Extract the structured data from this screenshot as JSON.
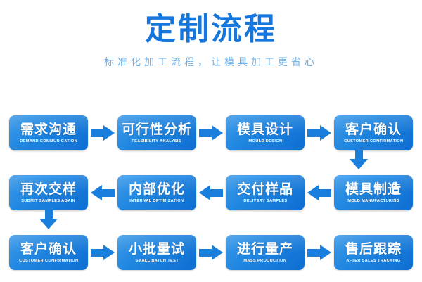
{
  "header": {
    "title": "定制流程",
    "subtitle": "标准化加工流程，让模具加工更省心",
    "title_color": "#1577dd",
    "subtitle_color": "#6fb2ea"
  },
  "theme": {
    "box_gradient_start": "#3d9ae8",
    "box_gradient_end": "#0e6ed2",
    "arrow_color": "#1a7fdc",
    "background": "#ffffff",
    "text_color": "#ffffff"
  },
  "flow": {
    "rows": [
      {
        "direction": "right",
        "nodes": [
          {
            "cn": "需求沟通",
            "en": "DEMAND COMMUNICATION"
          },
          {
            "cn": "可行性分析",
            "en": "FEASIBILITY ANALYSIS"
          },
          {
            "cn": "模具设计",
            "en": "MOULD DESIGN"
          },
          {
            "cn": "客户确认",
            "en": "CUSTOMER CONFIRMATION"
          }
        ]
      },
      {
        "direction": "left",
        "nodes": [
          {
            "cn": "再次交样",
            "en": "SUBMIT SAMPLES AGAIN"
          },
          {
            "cn": "内部优化",
            "en": "INTERNAL OPTIMIZATION"
          },
          {
            "cn": "交付样品",
            "en": "DELIVERY SAMPLES"
          },
          {
            "cn": "模具制造",
            "en": "MOLD MANUFACTURING"
          }
        ]
      },
      {
        "direction": "right",
        "nodes": [
          {
            "cn": "客户确认",
            "en": "CUSTOMER CONFIRMATION"
          },
          {
            "cn": "小批量试",
            "en": "SMALL BATCH TEST"
          },
          {
            "cn": "进行量产",
            "en": "MASS PRODUCTION"
          },
          {
            "cn": "售后跟踪",
            "en": "AFTER SALES TRACKING"
          }
        ]
      }
    ],
    "connectors": [
      {
        "name": "row1-to-row2-down-arrow",
        "direction": "down"
      },
      {
        "name": "row2-to-row3-down-arrow",
        "direction": "down"
      }
    ]
  }
}
